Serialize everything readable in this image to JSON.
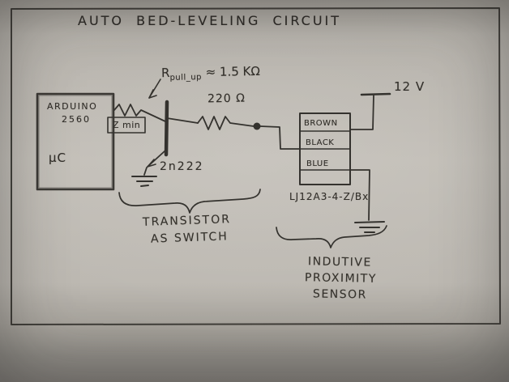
{
  "title": "AUTO BED-LEVELING CIRCUIT",
  "arduino": {
    "name": "ARDUINO",
    "model": "2560",
    "chip": "µC",
    "pin": "Z min"
  },
  "pullup": {
    "symbol": "R",
    "subscript": "pull_up",
    "value": "≈ 1.5 KΩ"
  },
  "collector_resistor": {
    "value": "220 Ω"
  },
  "transistor": {
    "part": "2n222",
    "caption1": "TRANSISTOR",
    "caption2": "AS SWITCH"
  },
  "sensor": {
    "wire_top": "BROWN",
    "wire_mid": "BLACK",
    "wire_bottom": "BLUE",
    "model": "LJ12A3-4-Z/Bx",
    "caption1": "INDUTIVE",
    "caption2": "PROXIMITY",
    "caption3": "SENSOR"
  },
  "power": {
    "label": "12 V"
  },
  "colors": {
    "ink": "#34322e",
    "paper": "#bdb9b2"
  }
}
